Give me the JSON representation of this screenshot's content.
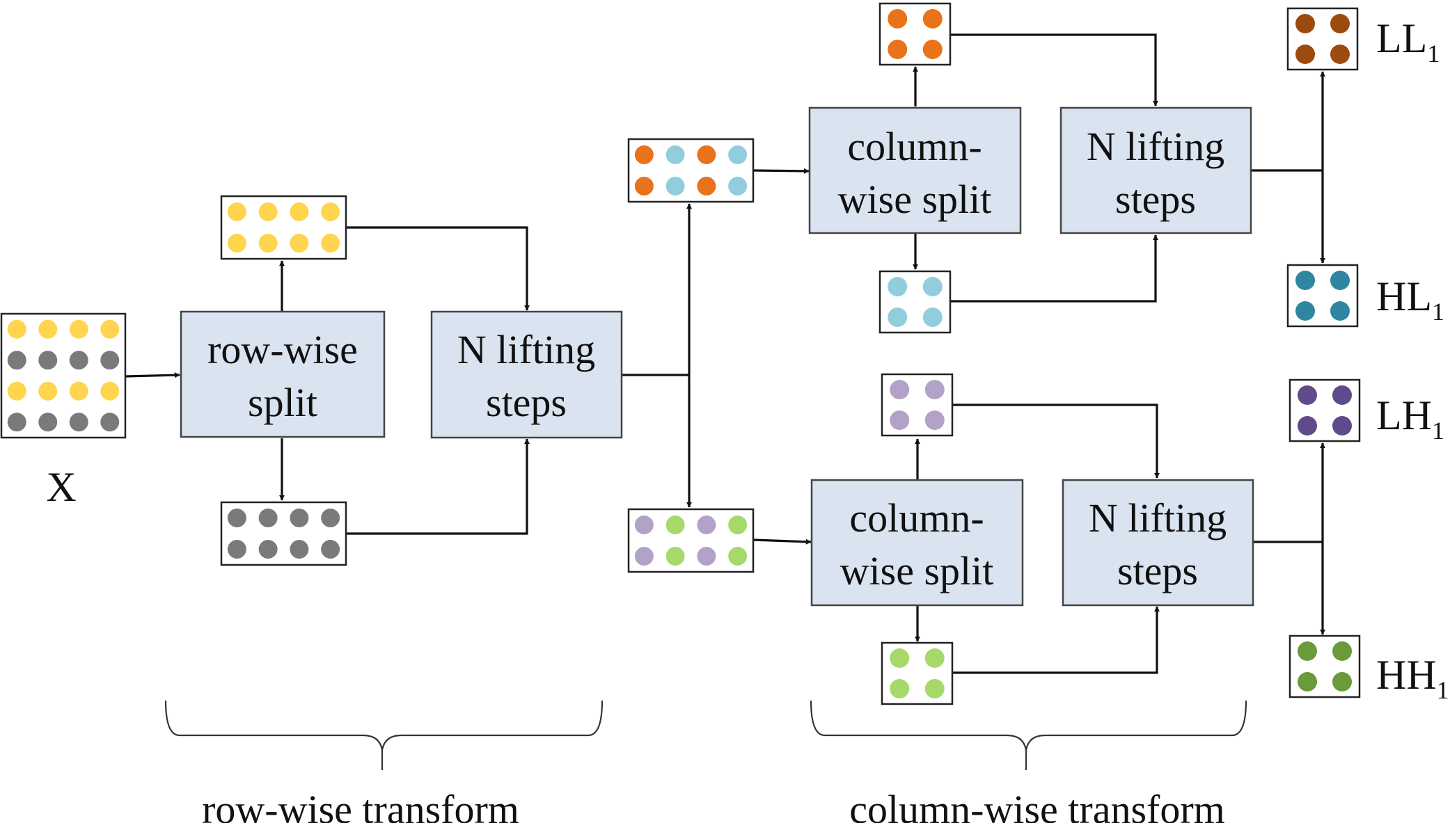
{
  "colors": {
    "box_fill": "#dae3f0",
    "yellow": "#ffd54f",
    "gray": "#7a7a7a",
    "orange": "#e8731a",
    "light_blue": "#92cddd",
    "purple": "#b3a2c7",
    "light_green": "#a6d96a",
    "brown": "#9c4a0e",
    "teal": "#2e86a0",
    "dark_purple": "#5f4b8b",
    "dark_green": "#6a9a3a"
  },
  "blocks": {
    "row_split": [
      "row-wise",
      "split"
    ],
    "row_lift": [
      "N lifting",
      "steps"
    ],
    "col_split_top": [
      "column-",
      "wise split"
    ],
    "col_lift_top": [
      "N lifting",
      "steps"
    ],
    "col_split_bottom": [
      "column-",
      "wise split"
    ],
    "col_lift_bottom": [
      "N lifting",
      "steps"
    ]
  },
  "labels": {
    "input": "X",
    "ll": {
      "main": "LL",
      "sub": "1"
    },
    "hl": {
      "main": "HL",
      "sub": "1"
    },
    "lh": {
      "main": "LH",
      "sub": "1"
    },
    "hh": {
      "main": "HH",
      "sub": "1"
    }
  },
  "sections": {
    "row": "row-wise transform",
    "column": "column-wise transform"
  },
  "matrices": {
    "input": {
      "rows": [
        "yellow",
        "gray",
        "yellow",
        "gray"
      ],
      "cols": 4
    },
    "row_even": {
      "rows": [
        "yellow",
        "yellow"
      ],
      "cols": 4
    },
    "row_odd": {
      "rows": [
        "gray",
        "gray"
      ],
      "cols": 4
    },
    "L": {
      "pattern": [
        "orange",
        "light_blue"
      ],
      "rows": 2,
      "cols": 4
    },
    "H": {
      "pattern": [
        "purple",
        "light_green"
      ],
      "rows": 2,
      "cols": 4
    },
    "top_even": {
      "color": "orange",
      "rows": 2,
      "cols": 2
    },
    "top_odd": {
      "color": "light_blue",
      "rows": 2,
      "cols": 2
    },
    "bot_even": {
      "color": "purple",
      "rows": 2,
      "cols": 2
    },
    "bot_odd": {
      "color": "light_green",
      "rows": 2,
      "cols": 2
    },
    "LL": {
      "color": "brown",
      "rows": 2,
      "cols": 2
    },
    "HL": {
      "color": "teal",
      "rows": 2,
      "cols": 2
    },
    "LH": {
      "color": "dark_purple",
      "rows": 2,
      "cols": 2
    },
    "HH": {
      "color": "dark_green",
      "rows": 2,
      "cols": 2
    }
  }
}
